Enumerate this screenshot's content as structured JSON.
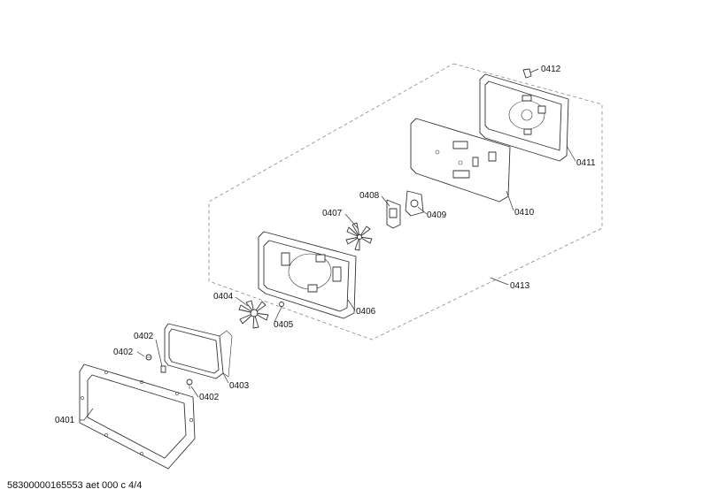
{
  "diagram": {
    "labels": {
      "p0401": "0401",
      "p0402a": "0402",
      "p0402b": "0402",
      "p0402c": "0402",
      "p0403": "0403",
      "p0404": "0404",
      "p0405": "0405",
      "p0406": "0406",
      "p0407": "0407",
      "p0408": "0408",
      "p0409": "0409",
      "p0410": "0410",
      "p0411": "0411",
      "p0412": "0412",
      "p0413": "0413"
    }
  },
  "footer": {
    "text": "58300000165553 aet 000 c 4/4"
  }
}
